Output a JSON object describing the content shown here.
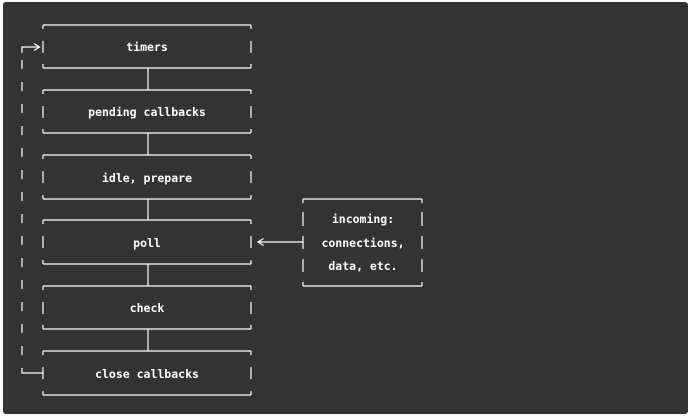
{
  "diagram": {
    "phases": [
      {
        "label": "timers"
      },
      {
        "label": "pending callbacks"
      },
      {
        "label": "idle, prepare"
      },
      {
        "label": "poll"
      },
      {
        "label": "check"
      },
      {
        "label": "close callbacks"
      }
    ],
    "incoming": {
      "lines": [
        "incoming:",
        "connections,",
        "data, etc."
      ]
    }
  },
  "colors": {
    "background": "#333333",
    "stroke": "#ffffff",
    "text": "#ffffff"
  }
}
